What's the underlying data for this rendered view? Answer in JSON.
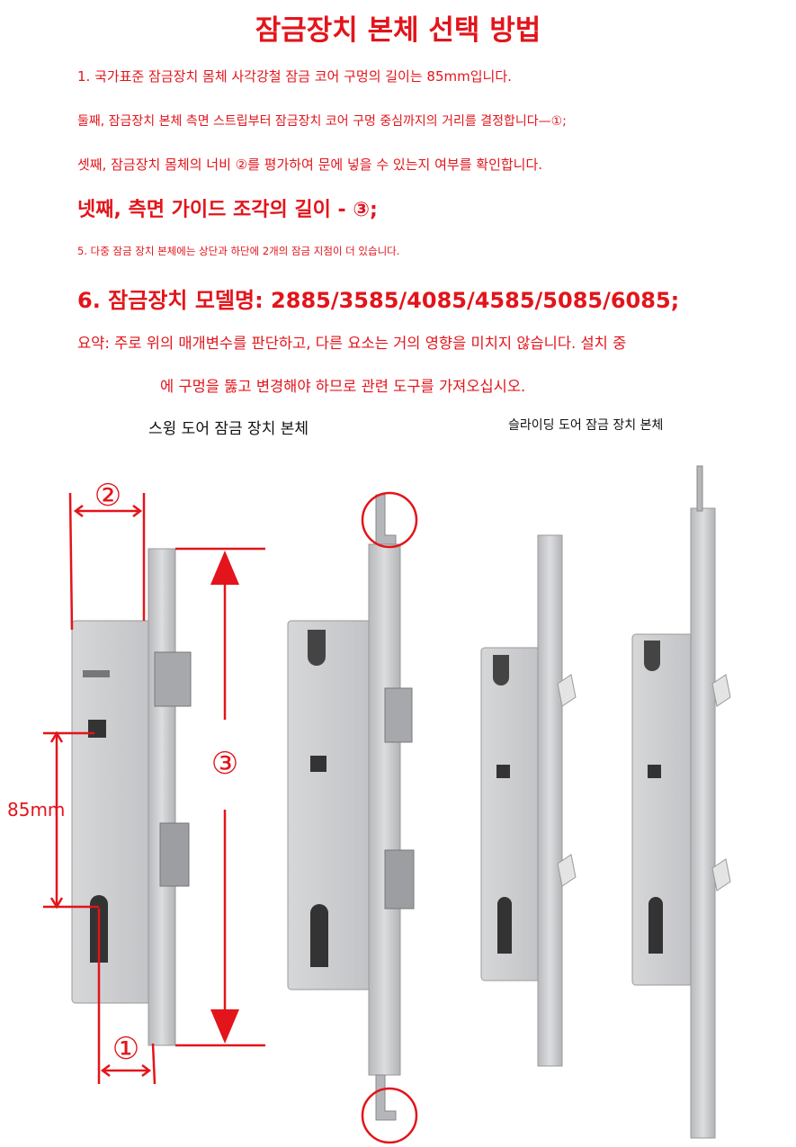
{
  "title": "잠금장치 본체 선택 방법",
  "lines": [
    "1. 국가표준 잠금장치 몸체 사각강철 잠금 코어 구멍의 길이는 85mm입니다.",
    "둘째, 잠금장치 본체 측면 스트립부터 잠금장치 코어 구멍 중심까지의 거리를 결정합니다—①;",
    "셋째, 잠금장치 몸체의 너비 ②를 평가하여 문에 넣을 수 있는지 여부를 확인합니다.",
    "넷째, 측면 가이드 조각의 길이 - ③;",
    "5. 다중 잠금 장치 본체에는 상단과 하단에 2개의 잠금 지점이 더 있습니다.",
    "6. 잠금장치 모델명: 2885/3585/4085/4585/5085/6085;",
    "요약: 주로 위의 매개변수를 판단하고, 다른 요소는 거의 영향을 미치지 않습니다. 설치 중",
    "에 구멍을 뚫고 변경해야 하므로 관련 도구를 가져오십시오."
  ],
  "captions": {
    "swing": "스윙 도어 잠금 장치 본체",
    "sliding": "슬라이딩 도어 잠금 장치 본체"
  },
  "annotations": {
    "width": "②",
    "length": "③",
    "core": "85mm",
    "backset": "①"
  },
  "colors": {
    "accent": "#e3141b",
    "steel": "#c9c9cb"
  }
}
